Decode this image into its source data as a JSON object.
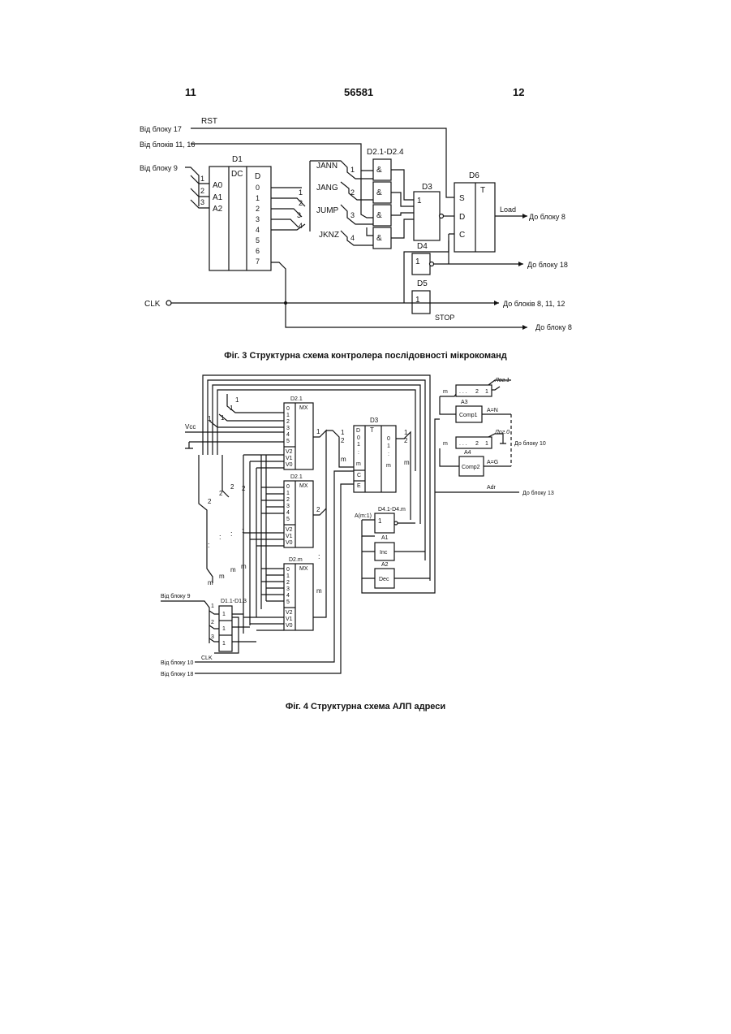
{
  "header": {
    "left": "11",
    "center": "56581",
    "right": "12"
  },
  "fig3": {
    "caption": "Фіг. 3 Структурна схема контролера послідовності мікрокоманд",
    "inputs": {
      "rst": "RST",
      "from17": "Від блоку 17",
      "from1116": "Від блоків 11, 16",
      "from9": "Від блоку 9",
      "clk": "CLK"
    },
    "pins": [
      "1",
      "2",
      "3",
      "4"
    ],
    "d1": {
      "name": "D1",
      "dc": "DC",
      "a": [
        "A0",
        "A1",
        "A2"
      ],
      "d": "D",
      "outs": [
        "0",
        "1",
        "2",
        "3",
        "4",
        "5",
        "6",
        "7"
      ]
    },
    "jumps": [
      "JANN",
      "JANG",
      "JUMP",
      "JKNZ"
    ],
    "d2": {
      "name": "D2.1-D2.4",
      "and": "&"
    },
    "d3": {
      "name": "D3",
      "one": "1"
    },
    "d4": {
      "name": "D4",
      "one": "1"
    },
    "d5": {
      "name": "D5",
      "one": "1"
    },
    "d6": {
      "name": "D6",
      "t": "T",
      "s": "S",
      "d": "D",
      "c": "C"
    },
    "outputs": {
      "load": "Load",
      "to8a": "До блоку 8",
      "to18": "До блоку 18",
      "to81112": "До блоків 8, 11, 12",
      "stop": "STOP",
      "to8b": "До блоку 8"
    }
  },
  "fig4": {
    "caption": "Фіг. 4 Структурна схема АЛП адреси",
    "mux": {
      "d21": "D2.1",
      "d21b": "D2.1",
      "d2m": "D2.m",
      "mx": "MX",
      "ins": [
        "0",
        "1",
        "2",
        "3",
        "4",
        "5"
      ],
      "sel": [
        "V2",
        "V1",
        "V0"
      ]
    },
    "vcc": "Vcc",
    "d3": {
      "name": "D3",
      "t": "T",
      "d": "D",
      "c": "C",
      "e": "E",
      "ins": [
        "0",
        "1",
        ":",
        "m"
      ],
      "outs": [
        "0",
        "1",
        ":",
        "m"
      ]
    },
    "d4": {
      "name": "D4.1-D4.m",
      "a": "A(m:1)",
      "one": "1"
    },
    "a1": {
      "name": "A1",
      "label": "Inc"
    },
    "a2": {
      "name": "A2",
      "label": "Dec"
    },
    "a3": {
      "name": "A3",
      "label": "Comp1",
      "out": "A=N",
      "log": "Лог.1"
    },
    "a4": {
      "name": "A4",
      "label": "Comp2",
      "out": "A=G",
      "log": "Лог.0"
    },
    "bus": {
      "m": "m",
      "dots": ". . .",
      "two": "2",
      "one": "1"
    },
    "to10": "До блоку 10",
    "adr": "Adr",
    "to13": "До блоку 13",
    "d1": {
      "name": "D1.1-D1.3",
      "one": "1"
    },
    "from9": "Від блоку 9",
    "clk": "CLK",
    "from10": "Від блоку 10",
    "from18": "Від блоку 18",
    "nums": [
      "1",
      "2",
      "3",
      "m"
    ],
    "vdots": ":"
  }
}
